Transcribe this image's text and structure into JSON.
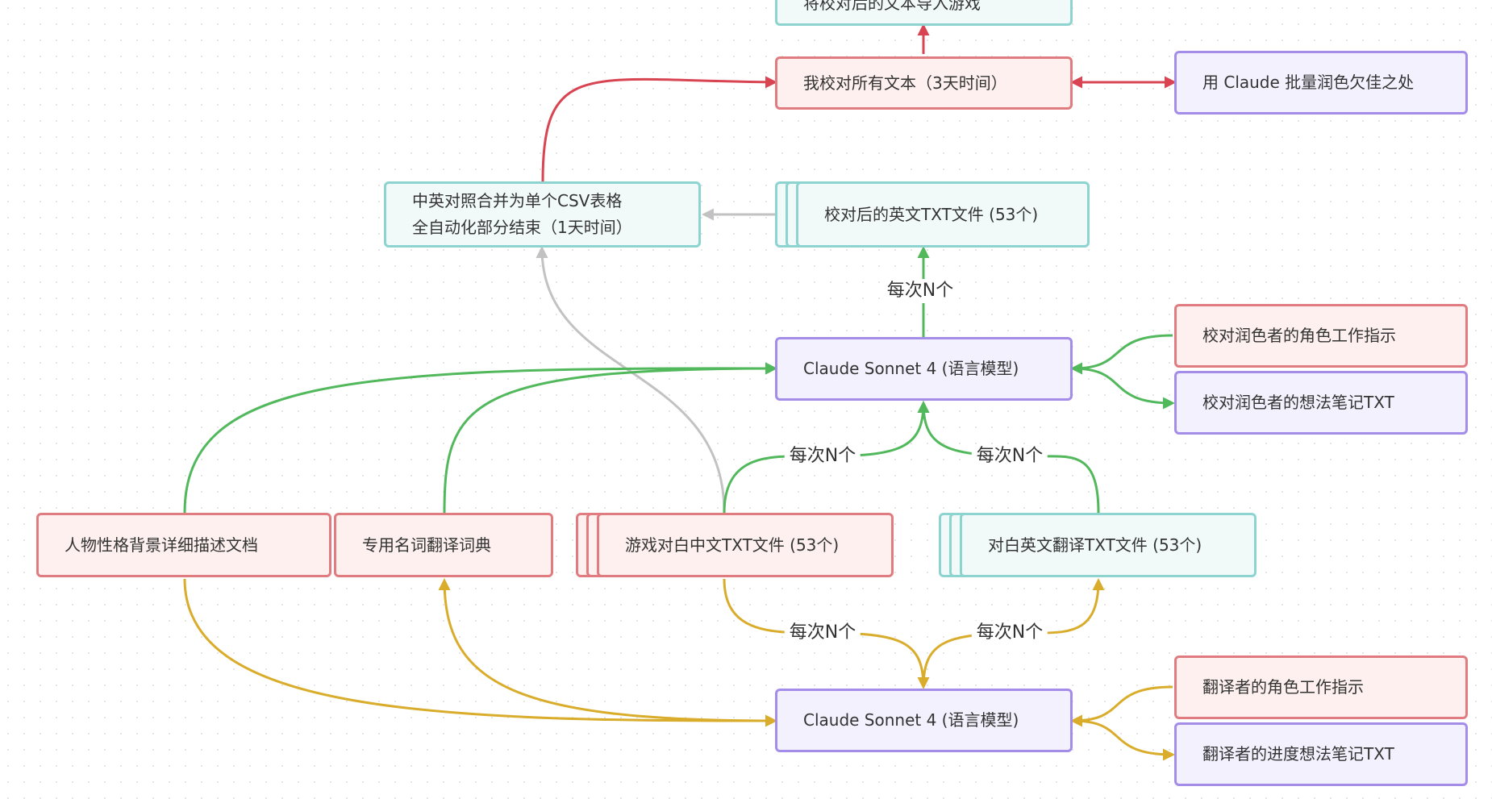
{
  "colors": {
    "green": "#52b85c",
    "gold": "#d9ad2b",
    "red": "#d94452",
    "gray": "#c2c2c2"
  },
  "nodes": {
    "top_partial": "将校对后的文本导入游戏",
    "proofread_all": "我校对所有文本（3天时间）",
    "claude_batch_polish": "用 Claude 批量润色欠佳之处",
    "csv_merge_line1": "中英对照合并为单个CSV表格",
    "csv_merge_line2": "全自动化部分结束（1天时间）",
    "proofread_en_files": "校对后的英文TXT文件 (53个)",
    "claude_proofreader": "Claude Sonnet 4 (语言模型)",
    "proofreader_role": "校对润色者的角色工作指示",
    "proofreader_notes": "校对润色者的想法笔记TXT",
    "character_doc": "人物性格背景详细描述文档",
    "glossary": "专用名词翻译词典",
    "cn_dialogue_files": "游戏对白中文TXT文件 (53个)",
    "en_translation_files": "对白英文翻译TXT文件 (53个)",
    "claude_translator": "Claude Sonnet 4 (语言模型)",
    "translator_role": "翻译者的角色工作指示",
    "translator_notes": "翻译者的进度想法笔记TXT"
  },
  "edge_labels": {
    "proof_out": "每次N个",
    "cn_to_proof": "每次N个",
    "en_to_proof": "每次N个",
    "cn_to_trans": "每次N个",
    "trans_to_en": "每次N个"
  }
}
